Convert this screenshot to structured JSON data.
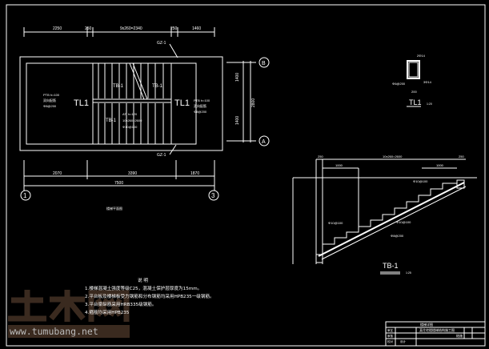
{
  "plan": {
    "dims_top": [
      "2250",
      "250",
      "9x260=2340",
      "250",
      "1460"
    ],
    "dims_bottom": [
      "2070",
      "3390",
      "1870"
    ],
    "dim_total": "7500",
    "dims_right": [
      "1400",
      "1400",
      "2800"
    ],
    "axis_left": "1",
    "axis_right": "3",
    "axis_top": "B",
    "axis_bottom": "A",
    "section_top": "GZ-1",
    "section_bottom": "GZ-1",
    "tl_left": "TL1",
    "tl_right": "TL1",
    "tb_labels": [
      "TB-1",
      "TB-1",
      "TB-1"
    ],
    "slab_text_left": [
      "PTB h=100",
      "双向配筋",
      "Φ8@200"
    ],
    "slab_text_right": [
      "PTB h=100",
      "双向配筋",
      "Φ8@200"
    ],
    "stair_text": [
      "ATl h=120",
      "10x260=2600",
      "Φ10@100"
    ],
    "caption": "楼梯平面图"
  },
  "beam": {
    "title": "TL1",
    "scale": "1:20",
    "rebar_top": "2Φ14",
    "rebar_bottom": "3Φ14",
    "stirrup": "Φ6@200",
    "width": "200"
  },
  "section": {
    "title": "TB-1",
    "scale": "1:25",
    "dim_top": "10x260=2600",
    "dim_left": "250",
    "dim_right": "250",
    "dim_sub_left": "1000",
    "dim_sub_right": "1000",
    "labels": [
      "Φ10@100",
      "Φ10@100",
      "Φ8@200",
      "Φ10@100"
    ]
  },
  "notes": {
    "heading": "说  明",
    "items": [
      "1.楼梯混凝土强度等级C25，混凝土保护层厚度为15mm。",
      "2.平台板及楼梯板受力钢筋和分布钢筋均采用HPB235一级钢筋。",
      "3.平台梁纵筋采用HRB335级钢筋。",
      "4.箍筋均采用HPB235"
    ]
  },
  "title_block": {
    "title": "楼梯详图",
    "project": "某住宅楼楼梯结构施工图",
    "sheet": "结施",
    "rows": [
      "审定",
      "审核",
      "校对",
      "设计"
    ]
  },
  "watermark": {
    "logo": "土木网",
    "url": "www.tumubang.net"
  }
}
